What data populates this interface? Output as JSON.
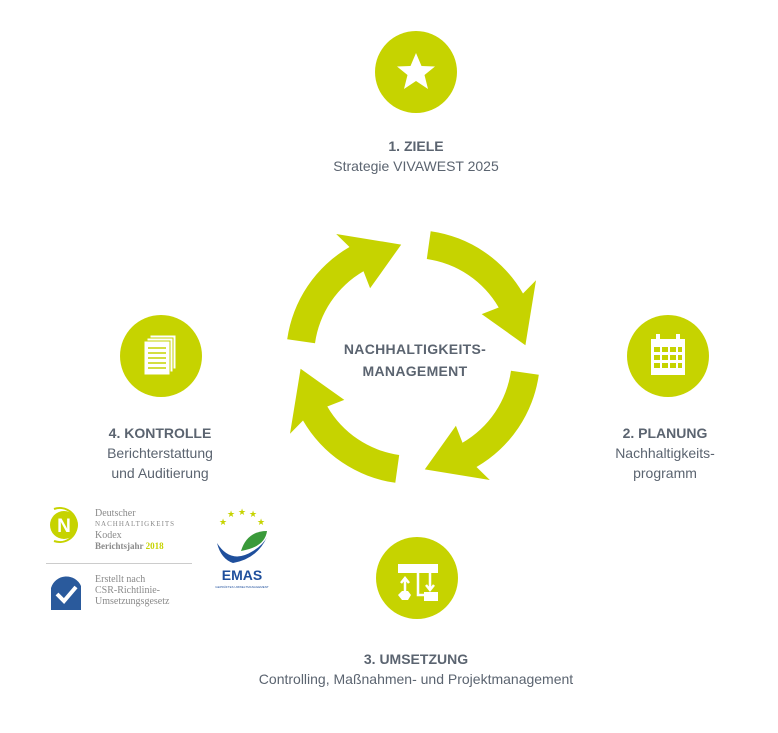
{
  "colors": {
    "accent": "#c6d300",
    "text": "#5b6470"
  },
  "center": {
    "line1": "NACHHALTIGKEITS-",
    "line2": "MANAGEMENT"
  },
  "steps": [
    {
      "title": "1. ZIELE",
      "subtitle": "Strategie VIVAWEST 2025",
      "icon": "star-icon"
    },
    {
      "title": "2. PLANUNG",
      "subtitle1": "Nachhaltigkeits-",
      "subtitle2": "programm",
      "icon": "calendar-icon"
    },
    {
      "title": "3. UMSETZUNG",
      "subtitle": "Controlling, Maßnahmen- und Projektmanagement",
      "icon": "flowchart-icon"
    },
    {
      "title": "4. KONTROLLE",
      "subtitle1": "Berichterstattung",
      "subtitle2": "und Auditierung",
      "icon": "documents-icon"
    }
  ],
  "logos": {
    "dnk": {
      "line1": "Deutscher",
      "line2": "NACHHALTIGKEITS",
      "line3": "Kodex",
      "line4": "Berichtsjahr",
      "year": "2018"
    },
    "csr": {
      "line1": "Erstellt nach",
      "line2": "CSR-Richtlinie-",
      "line3": "Umsetzungsgesetz"
    },
    "emas": {
      "name": "EMAS",
      "sub": "GEPRÜFTES UMWELTMANAGEMENT"
    }
  }
}
